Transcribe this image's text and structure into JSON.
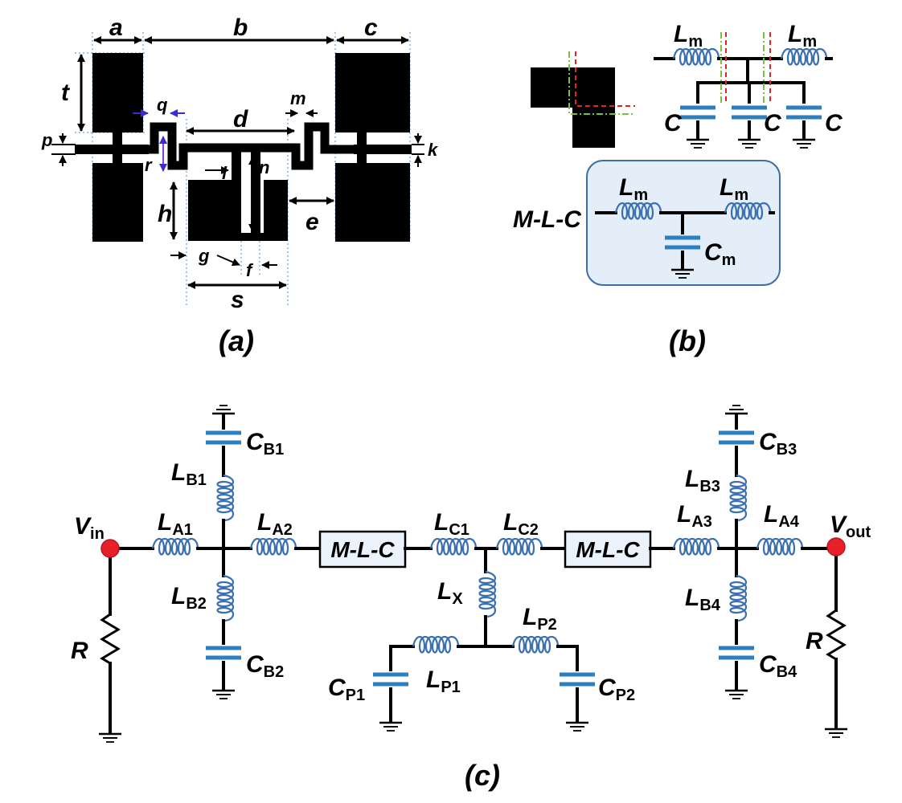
{
  "panel_a": {
    "caption": "(a)",
    "dims": {
      "a": "a",
      "b": "b",
      "c": "c",
      "t": "t",
      "q": "q",
      "m": "m",
      "d": "d",
      "p": "p",
      "k": "k",
      "r": "r",
      "l": "l",
      "n": "n",
      "h": "h",
      "e": "e",
      "g": "g",
      "f": "f",
      "s": "s"
    }
  },
  "panel_b": {
    "caption": "(b)",
    "top_L1": "L",
    "top_L1_sub": "m",
    "top_L2": "L",
    "top_L2_sub": "m",
    "C1": "C",
    "C2": "C",
    "C3": "C",
    "mlc_label": "M-L-C",
    "box_L1": "L",
    "box_L1_sub": "m",
    "box_L2": "L",
    "box_L2_sub": "m",
    "box_C": "C",
    "box_C_sub": "m"
  },
  "panel_c": {
    "caption": "(c)",
    "vin": "V",
    "vin_sub": "in",
    "vout": "V",
    "vout_sub": "out",
    "R_left": "R",
    "R_right": "R",
    "LA1": "L",
    "LA1_sub": "A1",
    "LA2": "L",
    "LA2_sub": "A2",
    "LA3": "L",
    "LA3_sub": "A3",
    "LA4": "L",
    "LA4_sub": "A4",
    "LB1": "L",
    "LB1_sub": "B1",
    "LB2": "L",
    "LB2_sub": "B2",
    "LB3": "L",
    "LB3_sub": "B3",
    "LB4": "L",
    "LB4_sub": "B4",
    "CB1": "C",
    "CB1_sub": "B1",
    "CB2": "C",
    "CB2_sub": "B2",
    "CB3": "C",
    "CB3_sub": "B3",
    "CB4": "C",
    "CB4_sub": "B4",
    "LC1": "L",
    "LC1_sub": "C1",
    "LC2": "L",
    "LC2_sub": "C2",
    "LX": "L",
    "LX_sub": "X",
    "LP1": "L",
    "LP1_sub": "P1",
    "LP2": "L",
    "LP2_sub": "P2",
    "CP1": "C",
    "CP1_sub": "P1",
    "CP2": "C",
    "CP2_sub": "P2",
    "mlc_box1": "M-L-C",
    "mlc_box2": "M-L-C"
  },
  "colors": {
    "inductor": "#3a6fb0",
    "capacitor": "#2c7fc0",
    "node": "#e8202a",
    "box_fill": "#eaf3fb",
    "legend_box_fill": "#e4eef8"
  }
}
